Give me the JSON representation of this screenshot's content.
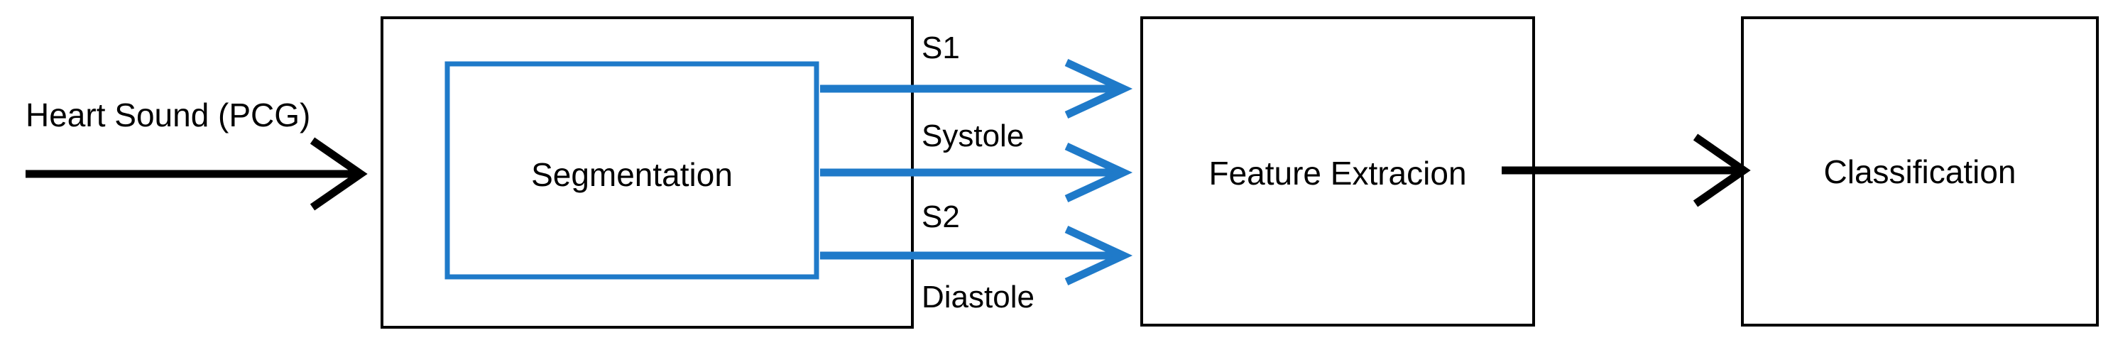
{
  "colors": {
    "background": "#ffffff",
    "black": "#000000",
    "blue": "#1f7ac9"
  },
  "labels": {
    "input": "Heart Sound (PCG)",
    "segmentation": "Segmentation",
    "s1": "S1",
    "systole": "Systole",
    "s2": "S2",
    "diastole": "Diastole",
    "feature_extraction": "Feature Extracion",
    "classification": "Classification"
  }
}
